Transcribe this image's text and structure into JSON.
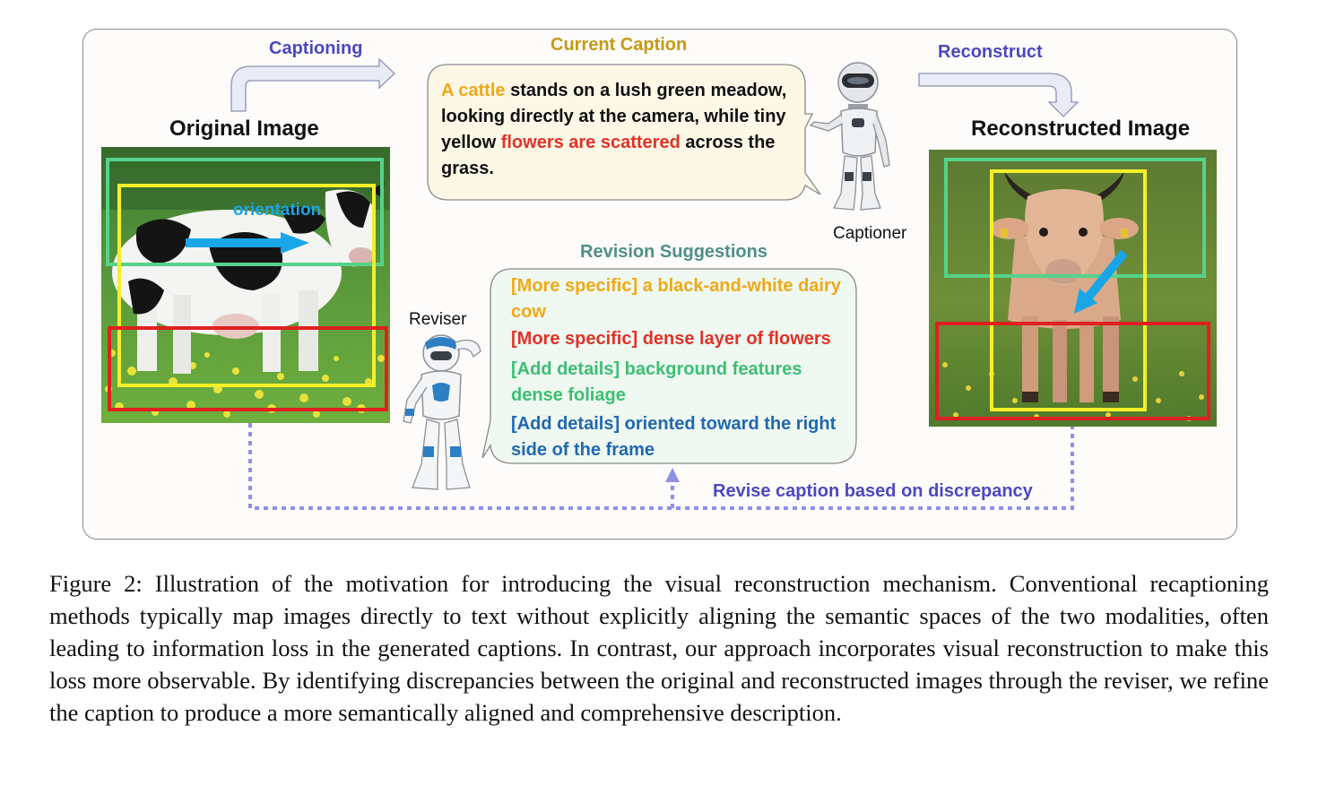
{
  "labels": {
    "captioning": "Captioning",
    "current_caption": "Current Caption",
    "reconstruct": "Reconstruct",
    "original_image": "Original Image",
    "reconstructed_image": "Reconstructed Image",
    "captioner": "Captioner",
    "reviser": "Reviser",
    "revision_suggestions": "Revision Suggestions",
    "revise_caption": "Revise caption based on discrepancy",
    "orientation": "orientation"
  },
  "current_caption": {
    "p1": "A cattle",
    "p2": " stands on a lush green meadow, looking directly at the camera, while tiny yellow ",
    "p3": "flowers are scattered",
    "p4": " across the grass."
  },
  "suggestions": [
    {
      "text": "[More specific] a black-and-white dairy cow",
      "color": "#f0a818"
    },
    {
      "text": "[More specific] dense layer of flowers",
      "color": "#e03228"
    },
    {
      "text": "[Add details] background features dense foliage",
      "color": "#3cbf74"
    },
    {
      "text": "[Add details] oriented toward the right side of the frame",
      "color": "#2068b0"
    }
  ],
  "figure_caption": "Figure 2: Illustration of the motivation for introducing the visual reconstruction mechanism. Conventional recaptioning methods typically map images directly to text without explicitly aligning the semantic spaces of the two modalities, often leading to information loss in the generated captions. In contrast, our approach incorporates visual reconstruction to make this loss more observable. By identifying discrepancies between the original and reconstructed images through the reviser, we refine the caption to produce a more semantically aligned and comprehensive description.",
  "colors": {
    "box_green": "#56d28a",
    "box_yellow": "#f5ef2a",
    "box_red": "#e02020",
    "arrow_blue": "#1aa6e6",
    "dotted": "#8f8fe6",
    "caption_bubble_bg": "#fdf7e6",
    "suggestion_bubble_bg": "#eff8f1"
  }
}
